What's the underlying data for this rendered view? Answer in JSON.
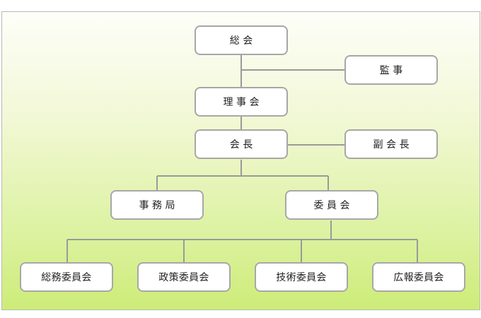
{
  "org_chart": {
    "general_assembly": "総 会",
    "auditor": "監 事",
    "board": "理 事 会",
    "president": "会 長",
    "vice_president": "副 会 長",
    "secretariat": "事 務 局",
    "committee": "委 員 会",
    "committees": [
      "総務委員会",
      "政策委員会",
      "技術委員会",
      "広報委員会"
    ]
  },
  "colors": {
    "background_top": "#fefef9",
    "background_bottom": "#cdec78",
    "box_border": "#a7a7a7",
    "connector": "#9a9a9a"
  }
}
